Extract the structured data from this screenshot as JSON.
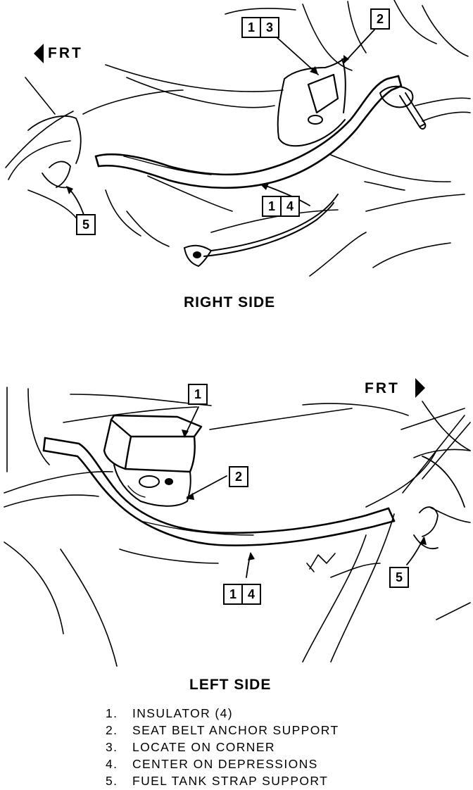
{
  "figure": {
    "front_label": "FRT",
    "upper_view": {
      "title": "RIGHT SIDE",
      "callouts": {
        "c13": [
          "1",
          "3"
        ],
        "c2": [
          "2"
        ],
        "c14": [
          "1",
          "4"
        ],
        "c5": [
          "5"
        ]
      }
    },
    "lower_view": {
      "title": "LEFT SIDE",
      "callouts": {
        "c1": [
          "1"
        ],
        "c2": [
          "2"
        ],
        "c14": [
          "1",
          "4"
        ],
        "c5": [
          "5"
        ]
      }
    },
    "legend": [
      {
        "num": "1.",
        "text": "INSULATOR (4)"
      },
      {
        "num": "2.",
        "text": "SEAT BELT ANCHOR SUPPORT"
      },
      {
        "num": "3.",
        "text": "LOCATE ON CORNER"
      },
      {
        "num": "4.",
        "text": "CENTER ON DEPRESSIONS"
      },
      {
        "num": "5.",
        "text": "FUEL TANK STRAP SUPPORT"
      }
    ]
  }
}
